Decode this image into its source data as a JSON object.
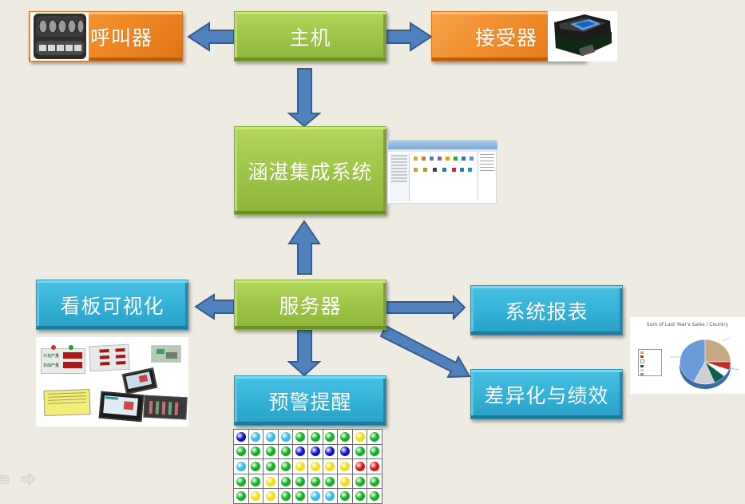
{
  "nodes": {
    "host": "主机",
    "caller": "呼叫器",
    "receiver": "接受器",
    "integrated_system": "涵湛集成系统",
    "server": "服务器",
    "kanban": "看板可视化",
    "system_report": "系统报表",
    "alert": "预警提醒",
    "performance": "差异化与绩效"
  },
  "pie_thumbnail": {
    "title": "Sum of Last Year's Sales / Country",
    "labels": [
      "USA",
      "France",
      "Italy",
      "England",
      "Germany",
      "Others"
    ]
  },
  "kanban_thumbnail": {
    "panel_labels": [
      "计划产量",
      "实绩产量"
    ]
  },
  "alert_grid": {
    "colors": {
      "B": "#1010c8",
      "C": "#38b8e8",
      "G": "#10b020",
      "Y": "#f0e010",
      "R": "#e01010"
    },
    "rows": [
      [
        "B",
        "C",
        "C",
        "C",
        "G",
        "G",
        "G",
        "G",
        "Y",
        "G"
      ],
      [
        "G",
        "G",
        "G",
        "G",
        "B",
        "B",
        "B",
        "B",
        "G",
        "G"
      ],
      [
        "C",
        "G",
        "G",
        "G",
        "Y",
        "Y",
        "Y",
        "Y",
        "R",
        "R"
      ],
      [
        "G",
        "G",
        "Y",
        "G",
        "G",
        "G",
        "G",
        "Y",
        "G",
        "G"
      ],
      [
        "G",
        "Y",
        "Y",
        "G",
        "G",
        "C",
        "C",
        "G",
        "G",
        "G"
      ]
    ]
  },
  "colors": {
    "arrow_fill": "#4f81bd",
    "arrow_stroke": "#385d8a",
    "green_box": "#9cc445",
    "blue_box": "#32b1d7",
    "orange_box": "#ef8a27",
    "background": "#eeebe2"
  },
  "slide_nav": {
    "menu_icon": "menu-icon",
    "next_icon": "next-arrow-icon"
  }
}
